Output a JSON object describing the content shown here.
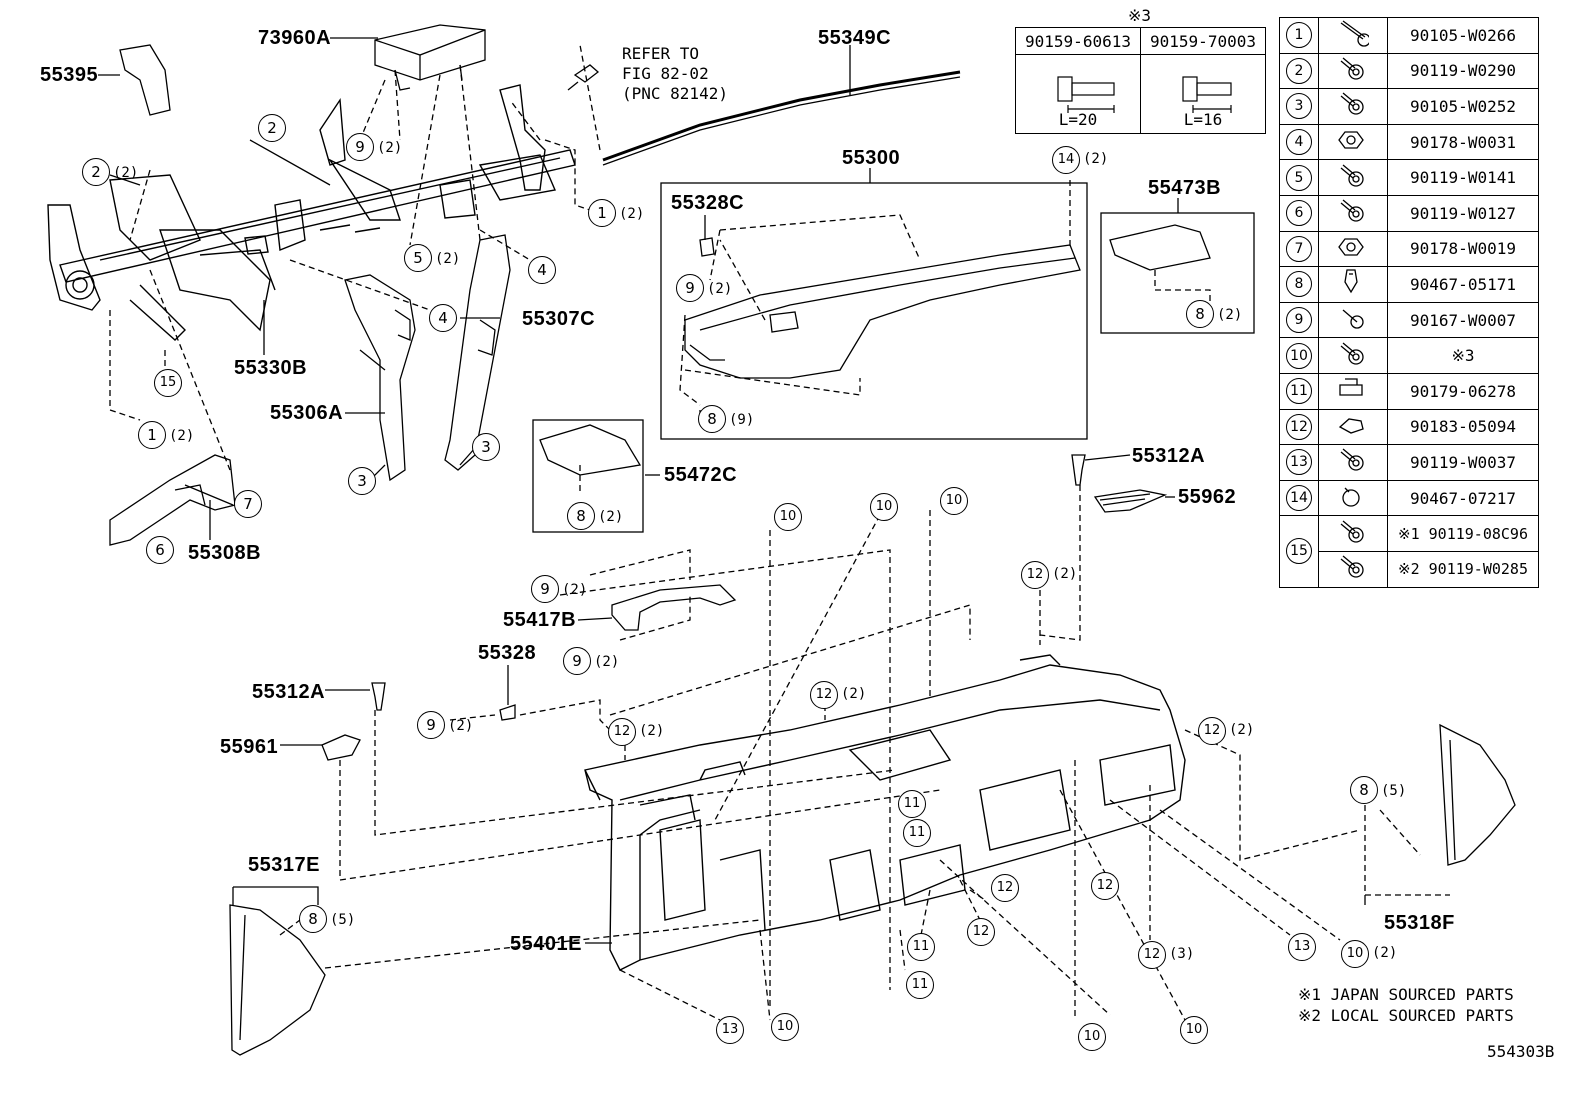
{
  "diagram_id": "554303B",
  "refer_note": "REFER TO\nFIG 82-02\n(PNC 82142)",
  "footnotes": [
    "※1 JAPAN SOURCED PARTS",
    "※2 LOCAL SOURCED PARTS"
  ],
  "note3_mark": "※3",
  "note3_table": [
    {
      "part": "90159-60613",
      "length": "L=20"
    },
    {
      "part": "90159-70003",
      "length": "L=16"
    }
  ],
  "legend": [
    {
      "num": "1",
      "part": "90105-W0266"
    },
    {
      "num": "2",
      "part": "90119-W0290"
    },
    {
      "num": "3",
      "part": "90105-W0252"
    },
    {
      "num": "4",
      "part": "90178-W0031"
    },
    {
      "num": "5",
      "part": "90119-W0141"
    },
    {
      "num": "6",
      "part": "90119-W0127"
    },
    {
      "num": "7",
      "part": "90178-W0019"
    },
    {
      "num": "8",
      "part": "90467-05171"
    },
    {
      "num": "9",
      "part": "90167-W0007"
    },
    {
      "num": "10",
      "part": "※3"
    },
    {
      "num": "11",
      "part": "90179-06278"
    },
    {
      "num": "12",
      "part": "90183-05094"
    },
    {
      "num": "13",
      "part": "90119-W0037"
    },
    {
      "num": "14",
      "part": "90467-07217"
    }
  ],
  "legend15": {
    "num": "15",
    "parts": [
      "※1 90119-08C96",
      "※2 90119-W0285"
    ]
  },
  "labels": {
    "p55395": "55395",
    "p73960A": "73960A",
    "p55349C": "55349C",
    "p55300": "55300",
    "p55328C": "55328C",
    "p55473B": "55473B",
    "p55307C": "55307C",
    "p55330B": "55330B",
    "p55306A": "55306A",
    "p55308B": "55308B",
    "p55472C": "55472C",
    "p55312A_r": "55312A",
    "p55962": "55962",
    "p55417B": "55417B",
    "p55328": "55328",
    "p55312A_l": "55312A",
    "p55961": "55961",
    "p55317E": "55317E",
    "p55401E": "55401E",
    "p55318F": "55318F"
  },
  "callouts": [
    {
      "n": "2",
      "q": "(2)"
    },
    {
      "n": "9",
      "q": "(2)"
    },
    {
      "n": "2",
      "q": ""
    },
    {
      "n": "1",
      "q": "(2)"
    },
    {
      "n": "5",
      "q": "(2)"
    },
    {
      "n": "4",
      "q": ""
    },
    {
      "n": "4",
      "q": ""
    },
    {
      "n": "15",
      "q": ""
    },
    {
      "n": "1",
      "q": "(2)"
    },
    {
      "n": "3",
      "q": ""
    },
    {
      "n": "3",
      "q": ""
    },
    {
      "n": "7",
      "q": ""
    },
    {
      "n": "6",
      "q": ""
    },
    {
      "n": "14",
      "q": "(2)"
    },
    {
      "n": "9",
      "q": "(2)"
    },
    {
      "n": "8",
      "q": "(9)"
    },
    {
      "n": "8",
      "q": "(2)"
    },
    {
      "n": "8",
      "q": "(2)"
    },
    {
      "n": "10",
      "q": ""
    },
    {
      "n": "10",
      "q": ""
    },
    {
      "n": "10",
      "q": ""
    },
    {
      "n": "9",
      "q": "(2)"
    },
    {
      "n": "9",
      "q": "(2)"
    },
    {
      "n": "9",
      "q": "(2)"
    },
    {
      "n": "12",
      "q": "(2)"
    },
    {
      "n": "12",
      "q": "(2)"
    },
    {
      "n": "12",
      "q": "(2)"
    },
    {
      "n": "12",
      "q": "(2)"
    },
    {
      "n": "11",
      "q": ""
    },
    {
      "n": "11",
      "q": ""
    },
    {
      "n": "12",
      "q": ""
    },
    {
      "n": "12",
      "q": ""
    },
    {
      "n": "12",
      "q": ""
    },
    {
      "n": "11",
      "q": ""
    },
    {
      "n": "11",
      "q": ""
    },
    {
      "n": "12",
      "q": "(3)"
    },
    {
      "n": "8",
      "q": "(5)"
    },
    {
      "n": "8",
      "q": "(5)"
    },
    {
      "n": "13",
      "q": ""
    },
    {
      "n": "10",
      "q": ""
    },
    {
      "n": "13",
      "q": ""
    },
    {
      "n": "10",
      "q": "(2)"
    },
    {
      "n": "10",
      "q": ""
    },
    {
      "n": "10",
      "q": ""
    }
  ]
}
